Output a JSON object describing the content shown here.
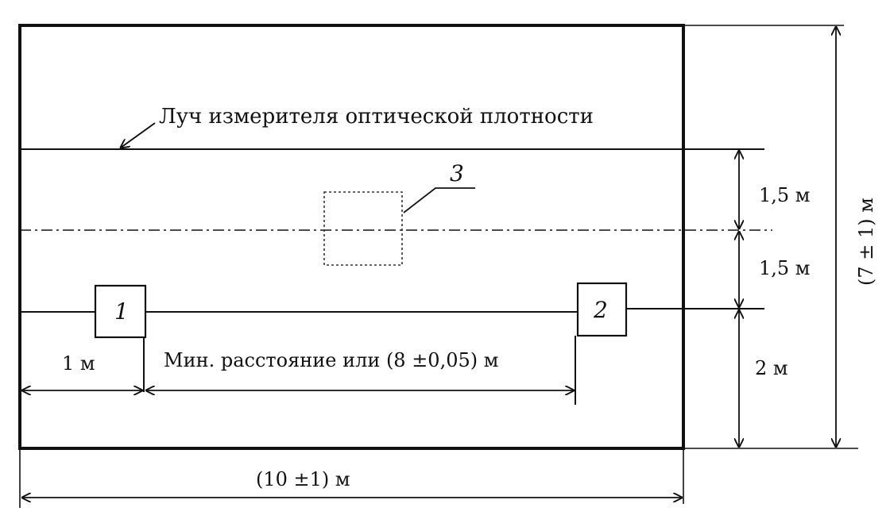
{
  "diagram": {
    "beam_label": "Луч измерителя оптической плотности",
    "item_1": "1",
    "item_2": "2",
    "item_3": "3",
    "dim_1_5_upper": "1,5 м",
    "dim_1_5_lower": "1,5 м",
    "dim_2": "2 м",
    "dim_height": "(7 ± 1) м",
    "dim_1": "1 м",
    "dim_distance": "Мин. расстояние или (8 ±0,05) м",
    "dim_width": "(10 ±1) м"
  }
}
